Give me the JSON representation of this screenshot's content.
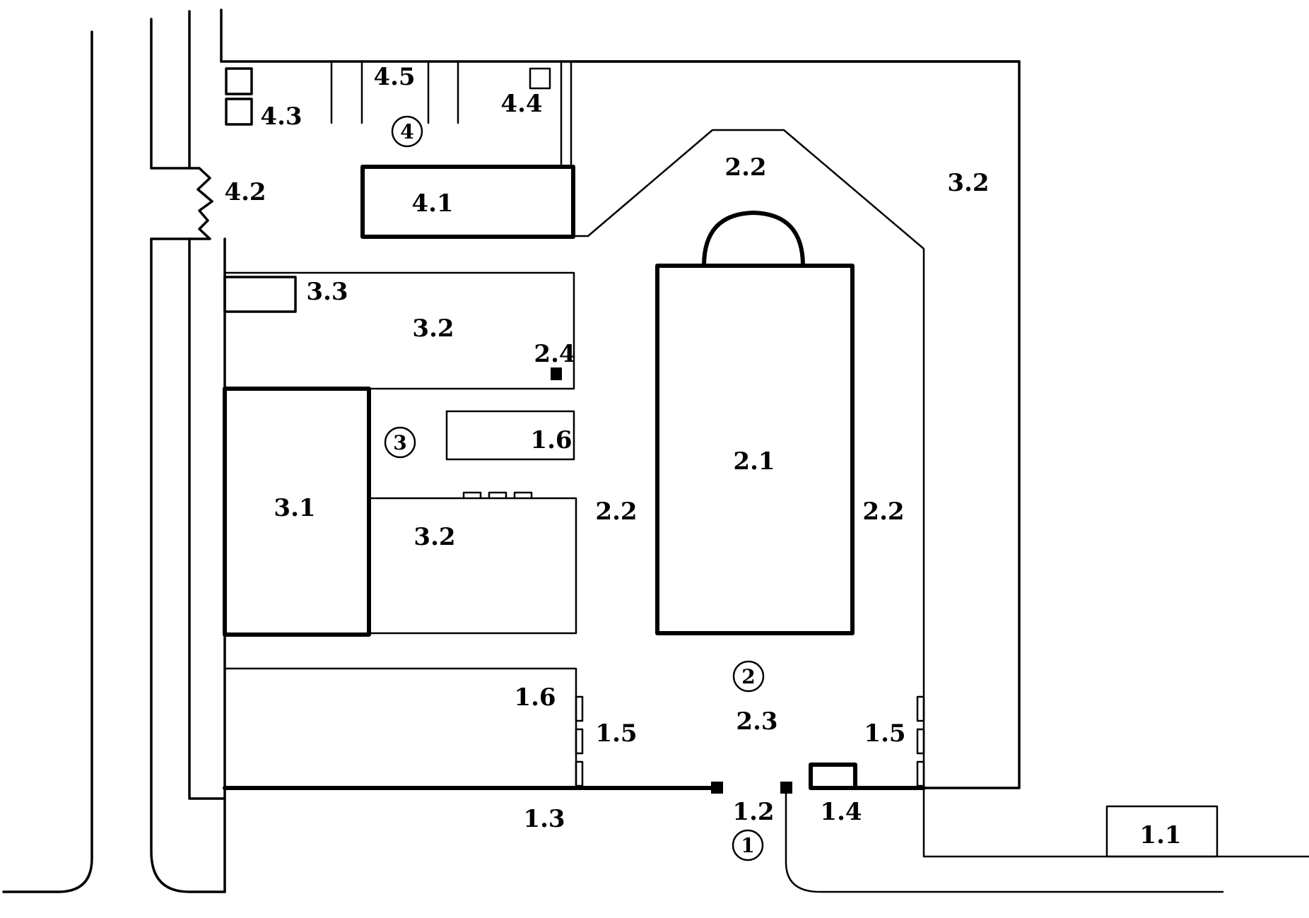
{
  "labels": {
    "l_4_5": "4.5",
    "l_4_4": "4.4",
    "l_4_3": "4.3",
    "l_4_2": "4.2",
    "l_4_1": "4.1",
    "l_2_2_top": "2.2",
    "l_3_2_right": "3.2",
    "l_3_3": "3.3",
    "l_3_2_upper": "3.2",
    "l_2_4": "2.4",
    "l_1_6_small": "1.6",
    "l_2_1": "2.1",
    "l_3_1": "3.1",
    "l_2_2_mid": "2.2",
    "l_2_2_right": "2.2",
    "l_3_2_lower": "3.2",
    "l_1_6_lower": "1.6",
    "l_1_5_left": "1.5",
    "l_2_3": "2.3",
    "l_1_5_right": "1.5",
    "l_1_3": "1.3",
    "l_1_2": "1.2",
    "l_1_4": "1.4",
    "l_1_1": "1.1"
  },
  "zones": {
    "z1": "1",
    "z2": "2",
    "z3": "3",
    "z4": "4"
  }
}
